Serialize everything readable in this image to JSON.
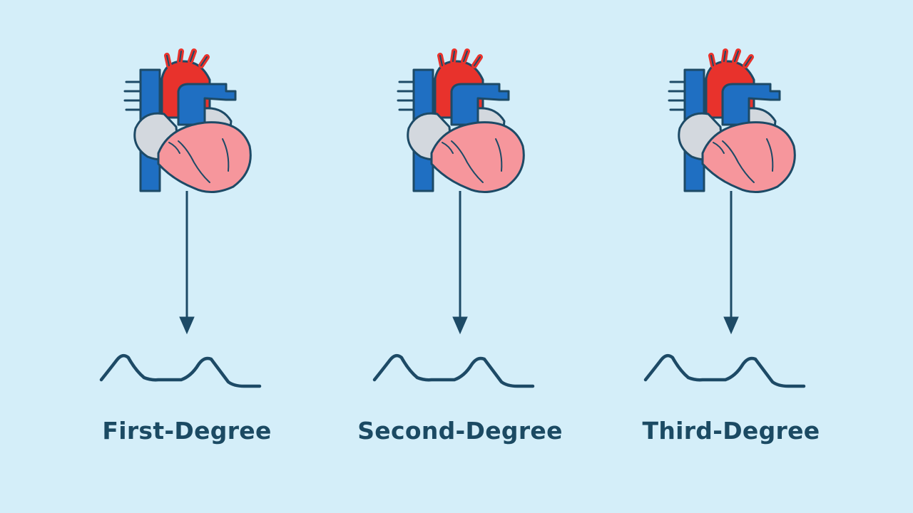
{
  "colors": {
    "background": "#d4eef9",
    "outline": "#1d4a66",
    "aorta": "#e8322c",
    "vein": "#1f6fc2",
    "muscle": "#f6969c",
    "atrium": "#d3d8de",
    "text": "#1b4a63"
  },
  "panels": [
    {
      "label": "First-Degree"
    },
    {
      "label": "Second-Degree"
    },
    {
      "label": "Third-Degree"
    }
  ]
}
